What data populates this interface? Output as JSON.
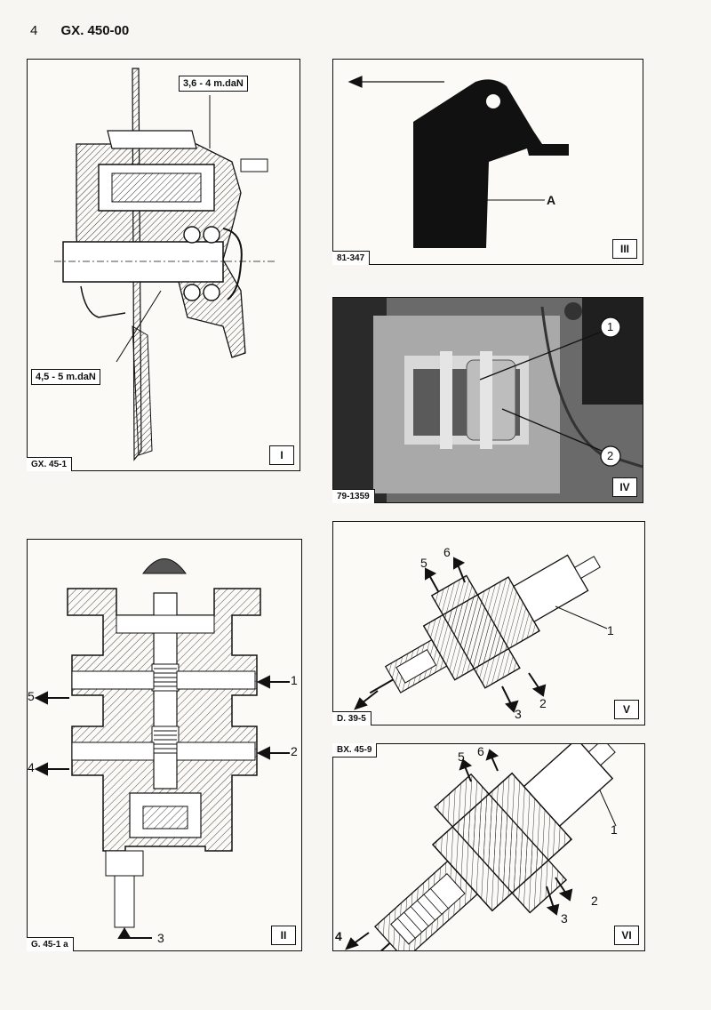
{
  "header": {
    "page_number": "4",
    "doc_code": "GX. 450-00"
  },
  "panels": {
    "I": {
      "roman": "I",
      "code": "GX. 45-1",
      "torque_top": "3,6 - 4 m.daN",
      "torque_bottom": "4,5 - 5 m.daN"
    },
    "II": {
      "roman": "II",
      "code": "G. 45-1 a",
      "labels": {
        "l1": "1",
        "l2": "2",
        "l3": "3",
        "l4": "4",
        "l5": "5"
      }
    },
    "III": {
      "roman": "III",
      "code": "81-347",
      "label_a": "A"
    },
    "IV": {
      "roman": "IV",
      "code": "79-1359",
      "callout_1": "1",
      "callout_2": "2"
    },
    "V": {
      "roman": "V",
      "code": "D. 39-5",
      "labels": {
        "l1": "1",
        "l2": "2",
        "l3": "3",
        "l5": "5",
        "l6": "6"
      }
    },
    "VI": {
      "roman": "VI",
      "code": "BX. 45-9",
      "labels": {
        "l1": "1",
        "l2": "2",
        "l3": "3",
        "l4": "4",
        "l5": "5",
        "l6": "6"
      }
    }
  }
}
